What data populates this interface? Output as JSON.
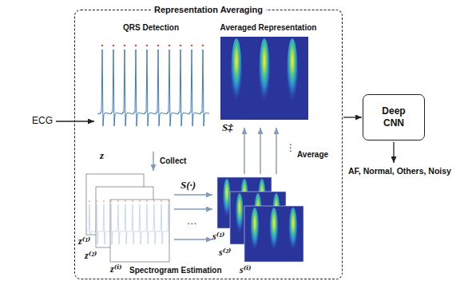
{
  "diagram": {
    "nodes": [
      {
        "text": [
          "Representation Averaging"
        ]
      },
      {
        "text": [
          "QRS Detection"
        ],
        "in": 0
      },
      {
        "text": [
          "Averaged Representation"
        ],
        "in": 0
      },
      {
        "text": [
          "Deep CNN"
        ]
      }
    ],
    "edges": [
      {
        "from": 0,
        "to": 3,
        "arrow": "to"
      }
    ],
    "labels": [
      "ECG",
      "z",
      "Collect",
      "z⁽¹⁾",
      "z⁽²⁾",
      "z⁽ⁱ⁾",
      "S(·)",
      "⋯",
      "s⁽¹⁾",
      "s⁽²⁾",
      "s⁽ⁱ⁾",
      "Spectrogram Estimation",
      "S‡",
      "⋮",
      "Average",
      "AF, Normal, Others, Noisy"
    ]
  }
}
